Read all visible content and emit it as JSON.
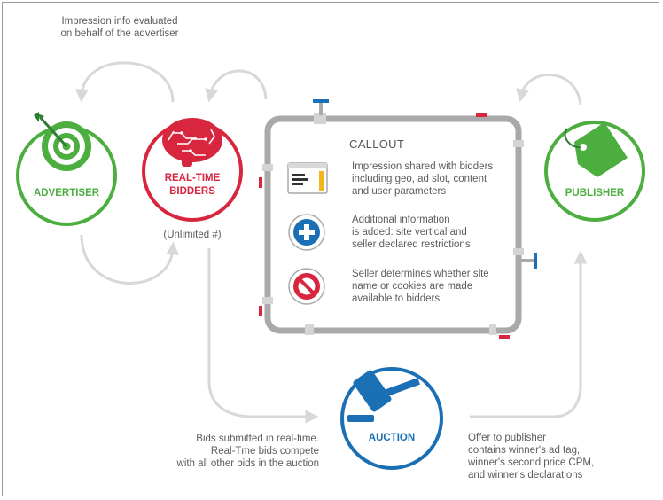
{
  "nodes": {
    "advertiser": "ADVERTISER",
    "rtb_line1": "REAL-TIME",
    "rtb_line2": "BIDDERS",
    "rtb_note": "(Unlimited #)",
    "publisher": "PUBLISHER",
    "auction": "AUCTION"
  },
  "top_note": {
    "line1": "Impression info evaluated",
    "line2": "on behalf of the advertiser"
  },
  "callout": {
    "title": "CALLOUT",
    "items": [
      {
        "icon": "browser-window-icon",
        "lines": [
          "Impression shared with bidders",
          "including geo, ad slot, content",
          "and user parameters"
        ]
      },
      {
        "icon": "plus-circle-icon",
        "lines": [
          "Additional information",
          "is added: site vertical and",
          "seller declared restrictions"
        ]
      },
      {
        "icon": "no-entry-icon",
        "lines": [
          "Seller determines whether site",
          "name or cookies are made",
          "available to bidders"
        ]
      }
    ]
  },
  "bids_note": {
    "line1": "Bids submitted in real-time.",
    "line2": "Real-Tme bids compete",
    "line3": "with all other bids in the auction"
  },
  "offer_note": {
    "line1": "Offer to publisher",
    "line2": "contains winner's ad tag,",
    "line3": "winner's second price CPM,",
    "line4": "and winner's declarations"
  },
  "colors": {
    "green": "#4cae3f",
    "red": "#d9263f",
    "blue": "#1a6fb5",
    "arrow_gray": "#d8d8d8",
    "pipe_gray": "#a9a9a9"
  }
}
